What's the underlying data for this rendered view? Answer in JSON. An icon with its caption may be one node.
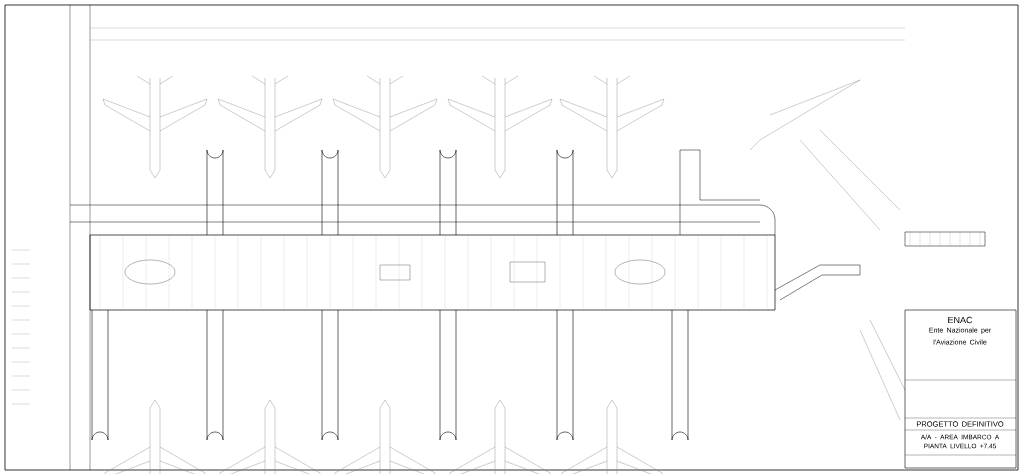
{
  "diagram": {
    "labels": [
      "ENAC",
      "Ente Nazionale per l'Aviazione Civile",
      "PROGETTO DEFINITIVO",
      "A/A - AREA IMBARCO A",
      "PIANTA LIVELLO +7.45"
    ]
  }
}
